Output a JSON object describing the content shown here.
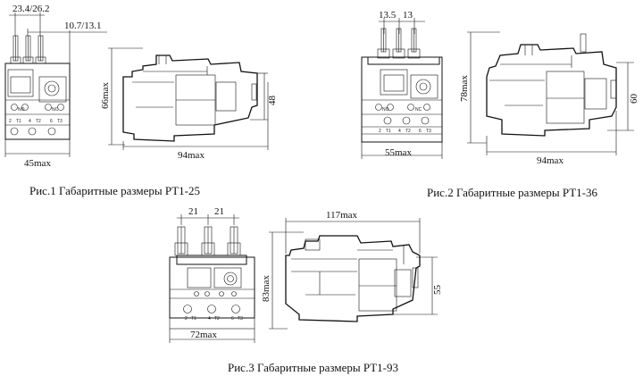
{
  "figures": [
    {
      "id": "rt1-25",
      "caption": "Рис.1 Габаритные размеры РТ1-25",
      "dims": {
        "top_pitch": "23.4/26.2",
        "side_pitch": "10.7/13.1",
        "height_max": "66max",
        "width_max": "45max",
        "depth_max": "94max",
        "side_height": "48"
      },
      "front_labels": [
        "NO",
        "NC",
        "2",
        "T1",
        "4",
        "T2",
        "6",
        "T3"
      ]
    },
    {
      "id": "rt1-36",
      "caption": "Рис.2 Габаритные размеры РТ1-36",
      "dims": {
        "pitch_a": "13.5",
        "pitch_b": "13",
        "height_max": "78max",
        "width_max": "55max",
        "depth_max": "94max",
        "side_height": "60"
      },
      "front_labels": [
        "NO",
        "NC",
        "2",
        "T1",
        "4",
        "T2",
        "6",
        "T3"
      ]
    },
    {
      "id": "rt1-93",
      "caption": "Рис.3 Габаритные размеры РТ1-93",
      "dims": {
        "pitch_a": "21",
        "pitch_b": "21",
        "height_max": "83max",
        "width_max": "72max",
        "depth_max": "117max",
        "side_height": "55"
      },
      "front_labels": [
        "2",
        "T1",
        "4",
        "T2",
        "6",
        "T3"
      ]
    }
  ]
}
